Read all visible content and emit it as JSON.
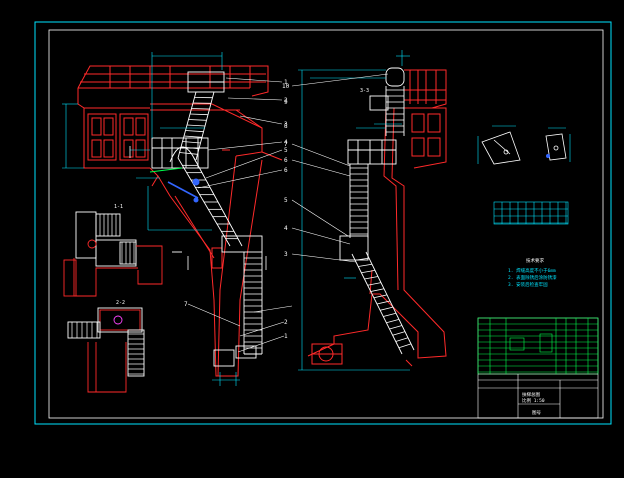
{
  "colors": {
    "background": "#000000",
    "frame": "#00e5ff",
    "inner_frame": "#ffffff",
    "structure": "#ff2a2a",
    "ladder": "#ffffff",
    "dimension": "#00e5ff",
    "leader": "#ffffff",
    "accent_green": "#00ff4c",
    "accent_blue": "#3366ff",
    "accent_yellow": "#ffff00",
    "accent_magenta": "#ff44ff"
  },
  "labels": {
    "section_1": "1-1",
    "section_2": "2-2",
    "section_3": "3-3",
    "notes_title": "技术要求",
    "title_line_1": "扶梯总图",
    "title_line_2": "比例 1:50",
    "title_code": "图号"
  },
  "part_numbers": [
    "10",
    "9",
    "8",
    "7",
    "6",
    "5",
    "4",
    "3",
    "2",
    "1"
  ],
  "part_numbers_left": [
    "1",
    "2",
    "3",
    "4",
    "5",
    "6",
    "7"
  ],
  "notes": [
    "1. 焊缝高度不小于6mm",
    "2. 表面除锈后涂防锈漆",
    "3. 安装后检查牢固"
  ]
}
